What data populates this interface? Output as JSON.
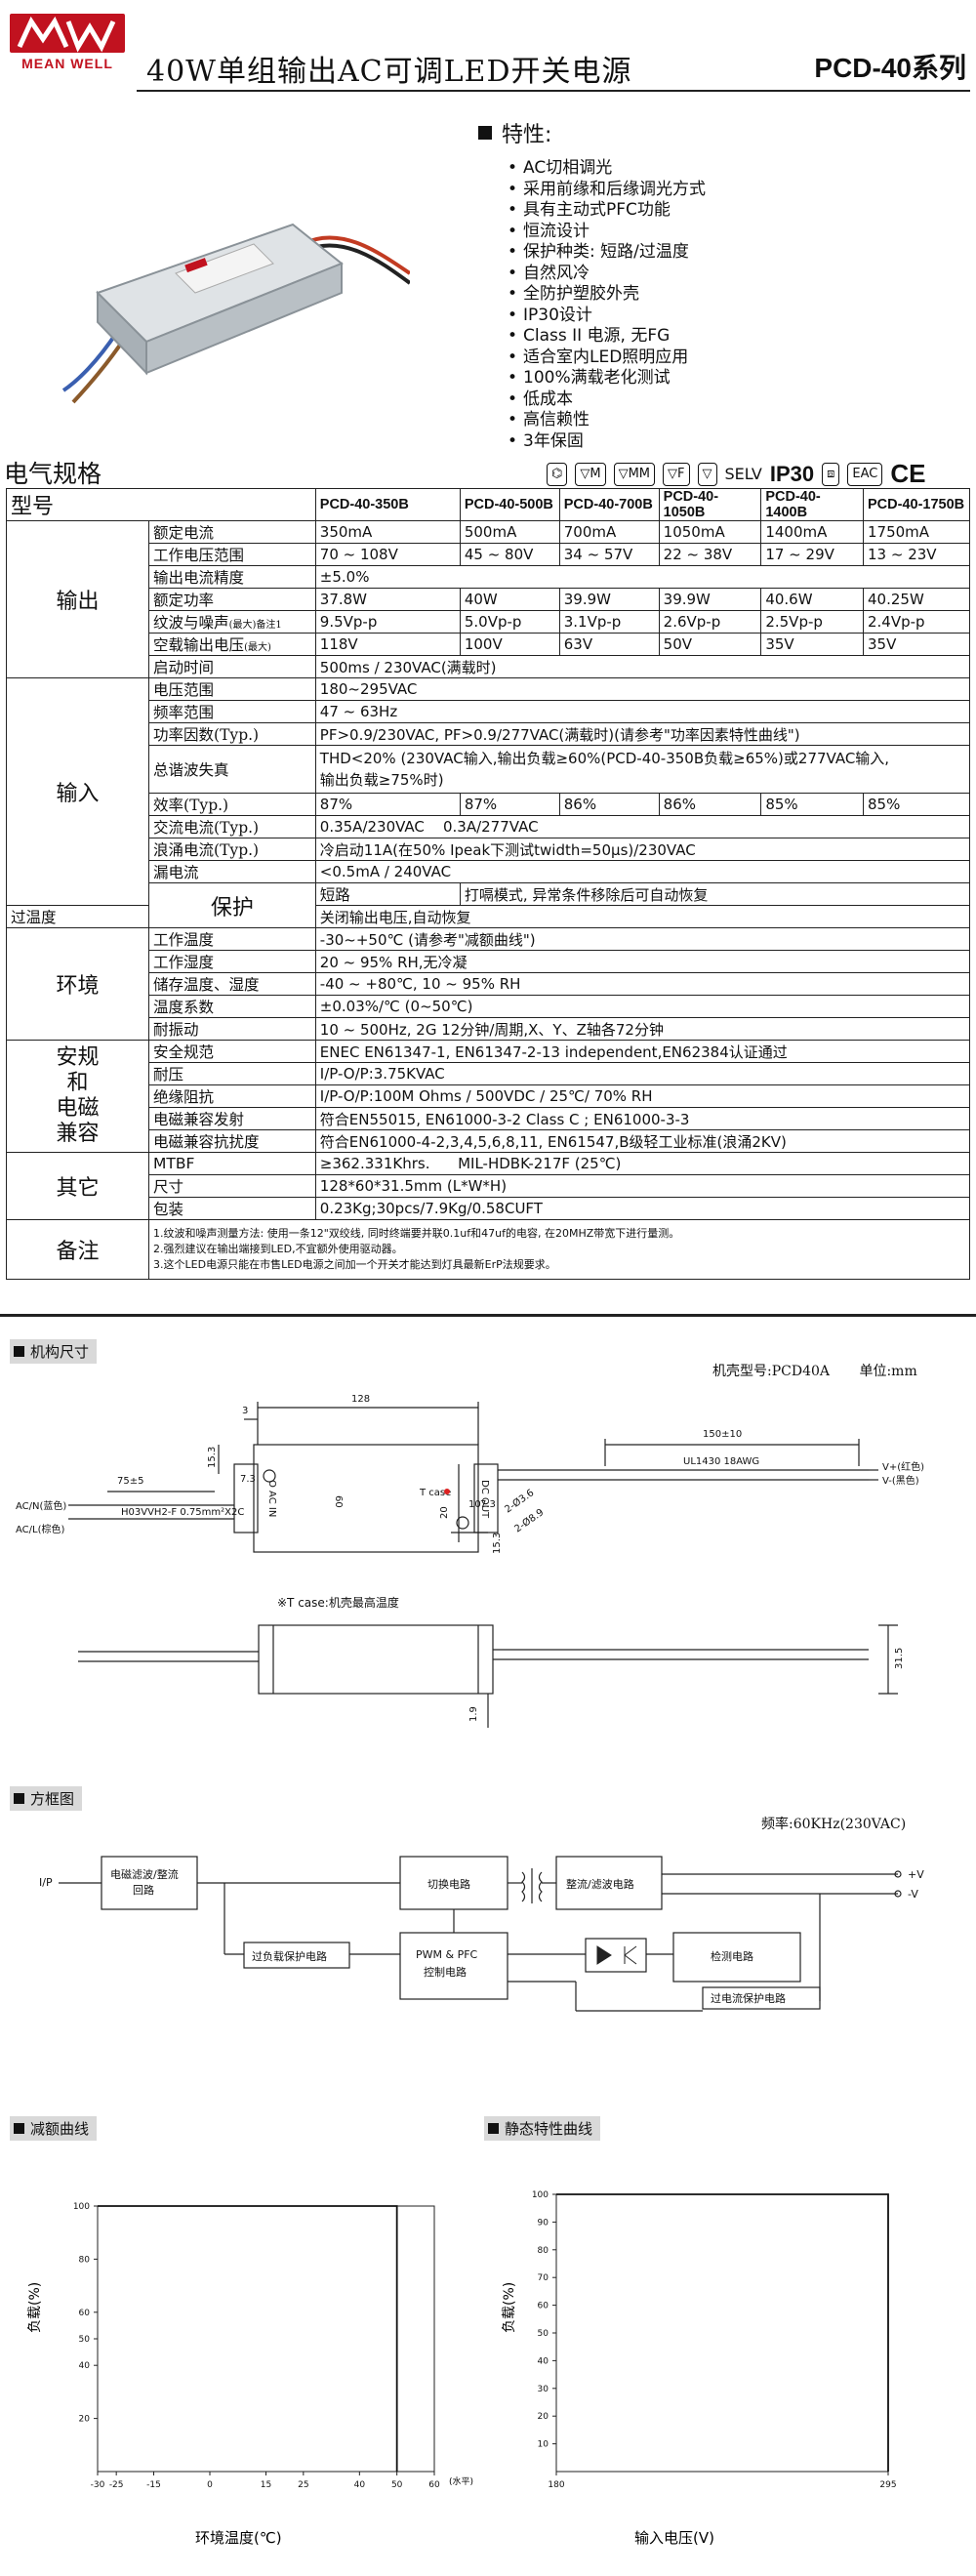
{
  "header": {
    "logo_text": "MEAN WELL",
    "title": "40W单组输出AC可调LED开关电源",
    "series": "PCD-40系列"
  },
  "features": {
    "title": "特性:",
    "items": [
      "AC切相调光",
      "采用前缘和后缘调光方式",
      "具有主动式PFC功能",
      "恒流设计",
      "保护种类: 短路/过温度",
      "自然风冷",
      "全防护塑胶外壳",
      "IP30设计",
      "Class II 电源, 无FG",
      "适合室内LED照明应用",
      "100%满载老化测试",
      "低成本",
      "高信赖性",
      "3年保固"
    ]
  },
  "spec": {
    "title": "电气规格",
    "certs": [
      "SELV",
      "IP30",
      "CE"
    ],
    "model_label": "型号",
    "models": [
      "PCD-40-350B",
      "PCD-40-500B",
      "PCD-40-700B",
      "PCD-40-1050B",
      "PCD-40-1400B",
      "PCD-40-1750B"
    ],
    "output": {
      "cat": "输出",
      "rated_current": {
        "label": "额定电流",
        "values": [
          "350mA",
          "500mA",
          "700mA",
          "1050mA",
          "1400mA",
          "1750mA"
        ]
      },
      "voltage_range": {
        "label": "工作电压范围",
        "values": [
          "70 ~ 108V",
          "45 ~ 80V",
          "34 ~ 57V",
          "22 ~ 38V",
          "17 ~ 29V",
          "13 ~ 23V"
        ]
      },
      "current_tol": {
        "label": "输出电流精度",
        "value": "±5.0%"
      },
      "rated_power": {
        "label": "额定功率",
        "values": [
          "37.8W",
          "40W",
          "39.9W",
          "39.9W",
          "40.6W",
          "40.25W"
        ]
      },
      "ripple": {
        "label": "纹波与噪声",
        "note": "(最大)备注1",
        "values": [
          "9.5Vp-p",
          "5.0Vp-p",
          "3.1Vp-p",
          "2.6Vp-p",
          "2.5Vp-p",
          "2.4Vp-p"
        ]
      },
      "no_load_v": {
        "label": "空载输出电压",
        "note": "(最大)",
        "values": [
          "118V",
          "100V",
          "63V",
          "50V",
          "35V",
          "35V"
        ]
      },
      "startup": {
        "label": "启动时间",
        "value": "500ms / 230VAC(满载时)"
      }
    },
    "input": {
      "cat": "输入",
      "v_range": {
        "label": "电压范围",
        "value": "180~295VAC"
      },
      "freq": {
        "label": "频率范围",
        "value": "47 ~ 63Hz"
      },
      "pf": {
        "label": "功率因数(Typ.)",
        "value": "PF>0.9/230VAC, PF>0.9/277VAC(满载时)(请参考\"功率因素特性曲线\")"
      },
      "thd": {
        "label": "总谐波失真",
        "line1": "THD<20% (230VAC输入,输出负载≥60%(PCD-40-350B负载≥65%)或277VAC输入,",
        "line2": "输出负载≥75%时)"
      },
      "eff": {
        "label": "效率(Typ.)",
        "values": [
          "87%",
          "87%",
          "86%",
          "86%",
          "85%",
          "85%"
        ]
      },
      "ac_current": {
        "label": "交流电流(Typ.)",
        "value": "0.35A/230VAC    0.3A/277VAC"
      },
      "inrush": {
        "label": "浪涌电流(Typ.)",
        "value": "冷启动11A(在50% Ipeak下测试twidth=50µs)/230VAC"
      },
      "leakage": {
        "label": "漏电流",
        "value": "<0.5mA / 240VAC"
      }
    },
    "protection": {
      "cat": "保护",
      "short": {
        "label": "短路",
        "value": "打嗝模式, 异常条件移除后可自动恢复"
      },
      "otp": {
        "label": "过温度",
        "value": "关闭输出电压,自动恢复"
      }
    },
    "environment": {
      "cat": "环境",
      "temp": {
        "label": "工作温度",
        "value": "-30~+50℃ (请参考\"减额曲线\")"
      },
      "humidity": {
        "label": "工作湿度",
        "value": "20 ~ 95% RH,无冷凝"
      },
      "storage": {
        "label": "储存温度、湿度",
        "value": "-40 ~ +80℃, 10 ~ 95% RH"
      },
      "temp_coef": {
        "label": "温度系数",
        "value": "±0.03%/℃ (0~50℃)"
      },
      "vibration": {
        "label": "耐振动",
        "value": "10 ~ 500Hz, 2G 12分钟/周期,X、Y、Z轴各72分钟"
      }
    },
    "safety": {
      "cat": [
        "安规",
        "和",
        "电磁",
        "兼容"
      ],
      "standards": {
        "label": "安全规范",
        "value": "ENEC EN61347-1, EN61347-2-13 independent,EN62384认证通过"
      },
      "withstand": {
        "label": "耐压",
        "value": "I/P-O/P:3.75KVAC"
      },
      "isolation": {
        "label": "绝缘阻抗",
        "value": "I/P-O/P:100M Ohms / 500VDC / 25℃/ 70% RH"
      },
      "emc_emission": {
        "label": "电磁兼容发射",
        "value": "符合EN55015, EN61000-3-2 Class C ; EN61000-3-3"
      },
      "emc_immunity": {
        "label": "电磁兼容抗扰度",
        "value": "符合EN61000-4-2,3,4,5,6,8,11, EN61547,B级轻工业标准(浪涌2KV)"
      }
    },
    "others": {
      "cat": "其它",
      "mtbf": {
        "label": "MTBF",
        "value": "≥362.331Khrs.      MIL-HDBK-217F (25℃)"
      },
      "dimension": {
        "label": "尺寸",
        "value": "128*60*31.5mm (L*W*H)"
      },
      "packing": {
        "label": "包装",
        "value": "0.23Kg;30pcs/7.9Kg/0.58CUFT"
      }
    },
    "notes": {
      "cat": "备注",
      "lines": [
        "1.纹波和噪声测量方法: 使用一条12\"双绞线, 同时终端要并联0.1uf和47uf的电容, 在20MHZ带宽下进行量测。",
        "2.强烈建议在输出端接到LED,不宜额外使用驱动器。",
        "3.这个LED电源只能在市售LED电源之间加一个开关才能达到灯具最新ErP法规要求。"
      ]
    }
  },
  "mechanical": {
    "title": "机构尺寸",
    "model": "机壳型号:PCD40A",
    "unit": "单位:mm",
    "dims": {
      "length": "128",
      "d3": "3",
      "d153": "15.3",
      "d73": "7.3",
      "d60": "60",
      "d20": "20",
      "d10": "10",
      "d153b": "15.3",
      "d73b": "7.3",
      "lead_out": "150±10",
      "lead_in": "75±5",
      "d315": "31.5",
      "d19": "1.9",
      "hole1": "2-Ø3.6",
      "hole2": "2-Ø8.9"
    },
    "labels": {
      "ul": "UL1430 18AWG",
      "h03": "H03VVH2-F 0.75mm²X2C",
      "acn": "AC/N(蓝色)",
      "acl": "AC/L(棕色)",
      "vp": "V+(红色)",
      "vn": "V-(黑色)",
      "tcase": "T case",
      "tcase_note": "※T case:机壳最高温度",
      "case_left": "O AC IN",
      "case_right": "DC OUT"
    }
  },
  "block": {
    "title": "方框图",
    "freq": "频率:60KHz(230VAC)",
    "ip": "I/P",
    "blocks": {
      "emi1": "电磁滤波/整流",
      "emi2": "回路",
      "switch": "切换电路",
      "rect": "整流/滤波电路",
      "olp": "过负载保护电路",
      "pwm1": "PWM & PFC",
      "pwm2": "控制电路",
      "detect": "检测电路",
      "ocp": "过电流保护电路"
    },
    "vp": "+V",
    "vn": "-V"
  },
  "derating": {
    "title": "减额曲线",
    "ylabel": "负载(%)",
    "xlabel": "环境温度(℃)",
    "xunit": "(水平)",
    "yticks": [
      "100",
      "80",
      "60",
      "50",
      "40",
      "20"
    ],
    "xticks": [
      "-30",
      "-25",
      "-15",
      "0",
      "15",
      "25",
      "40",
      "50",
      "60"
    ]
  },
  "static": {
    "title": "静态特性曲线",
    "ylabel": "负载(%)",
    "xlabel": "输入电压(V)",
    "yticks": [
      "100",
      "90",
      "80",
      "70",
      "60",
      "50",
      "40",
      "30",
      "20",
      "10"
    ],
    "xticks": [
      "180",
      "295"
    ]
  },
  "chart_data": [
    {
      "type": "line",
      "title": "减额曲线",
      "xlabel": "环境温度(℃)",
      "ylabel": "负载(%)",
      "x": [
        -30,
        50,
        50
      ],
      "y": [
        100,
        100,
        0
      ],
      "xlim": [
        -30,
        60
      ],
      "ylim": [
        0,
        100
      ]
    },
    {
      "type": "line",
      "title": "静态特性曲线",
      "xlabel": "输入电压(V)",
      "ylabel": "负载(%)",
      "x": [
        180,
        295,
        295
      ],
      "y": [
        100,
        100,
        0
      ],
      "xlim": [
        180,
        295
      ],
      "ylim": [
        0,
        100
      ]
    }
  ]
}
